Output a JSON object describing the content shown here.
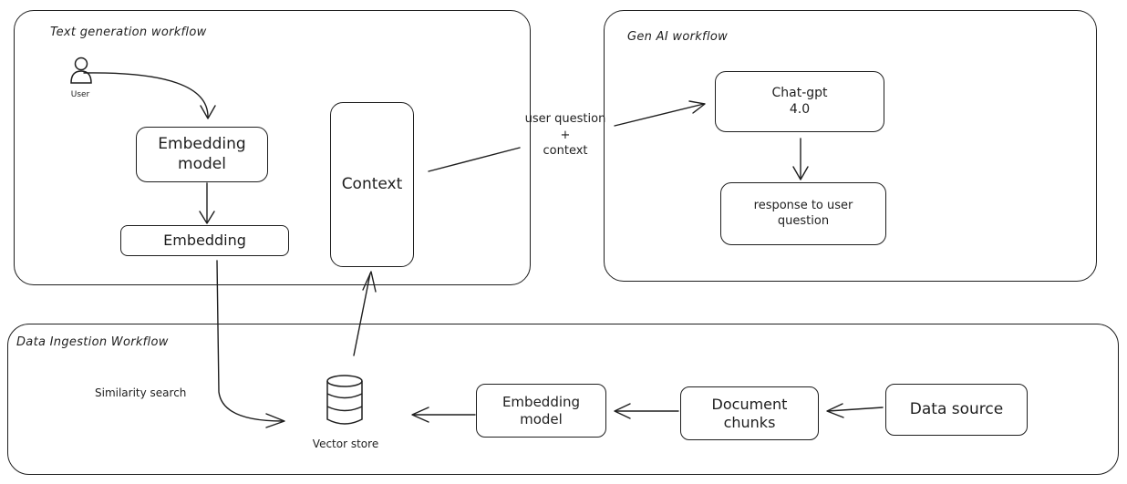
{
  "frames": {
    "text_generation": {
      "title": "Text generation workflow"
    },
    "gen_ai": {
      "title": "Gen AI workflow"
    },
    "data_ingestion": {
      "title": "Data Ingestion Workflow"
    }
  },
  "nodes": {
    "user": {
      "label": "User",
      "icon": "user-icon"
    },
    "embedding_model_top": {
      "label": "Embedding\nmodel"
    },
    "embedding": {
      "label": "Embedding"
    },
    "context": {
      "label": "Context"
    },
    "chat_gpt": {
      "label": "Chat-gpt\n4.0"
    },
    "response": {
      "label": "response to user\nquestion"
    },
    "vector_store": {
      "label": "Vector store",
      "icon": "database-icon"
    },
    "embedding_model_bottom": {
      "label": "Embedding\nmodel"
    },
    "document_chunks": {
      "label": "Document\nchunks"
    },
    "data_source": {
      "label": "Data source"
    }
  },
  "edge_labels": {
    "user_question_context": "user question\n+\ncontext",
    "similarity_search": "Similarity search"
  }
}
